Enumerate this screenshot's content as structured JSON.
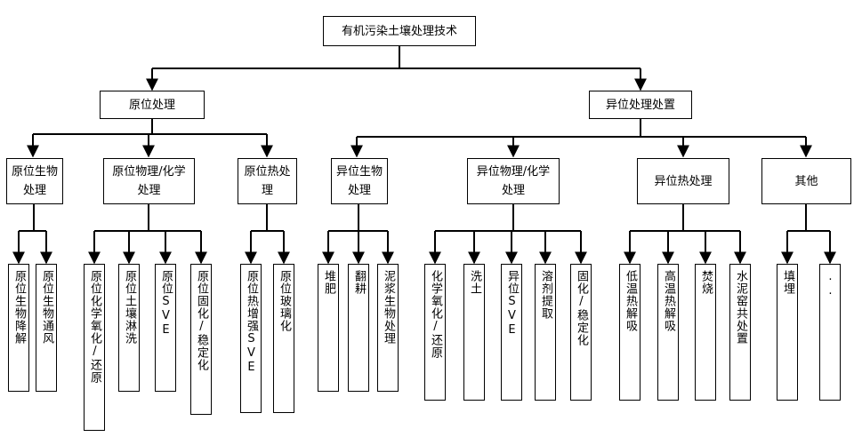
{
  "root": {
    "label": "有机污染土壤处理技术"
  },
  "branches": [
    {
      "label": "原位处理",
      "groups": [
        {
          "label": "原位生物处理",
          "leaves": [
            "原位生物降解",
            "原位生物通风"
          ]
        },
        {
          "label": "原位物理/化学处理",
          "leaves": [
            "原位化学氧化/还原",
            "原位土壤淋洗",
            "原位SVE",
            "原位固化/稳定化"
          ]
        },
        {
          "label": "原位热处理",
          "leaves": [
            "原位热增强SVE",
            "原位玻璃化"
          ]
        }
      ]
    },
    {
      "label": "异位处理处置",
      "groups": [
        {
          "label": "异位生物处理",
          "leaves": [
            "堆肥",
            "翻耕",
            "泥浆生物处理"
          ]
        },
        {
          "label": "异位物理/化学处理",
          "leaves": [
            "化学氧化/还原",
            "洗土",
            "异位SVE",
            "溶剂提取",
            "固化/稳定化"
          ]
        },
        {
          "label": "异位热处理",
          "leaves": [
            "低温热解吸",
            "高温热解吸",
            "焚烧",
            "水泥窑共处置"
          ]
        },
        {
          "label": "其他",
          "leaves": [
            "填埋",
            ".."
          ]
        }
      ]
    }
  ]
}
